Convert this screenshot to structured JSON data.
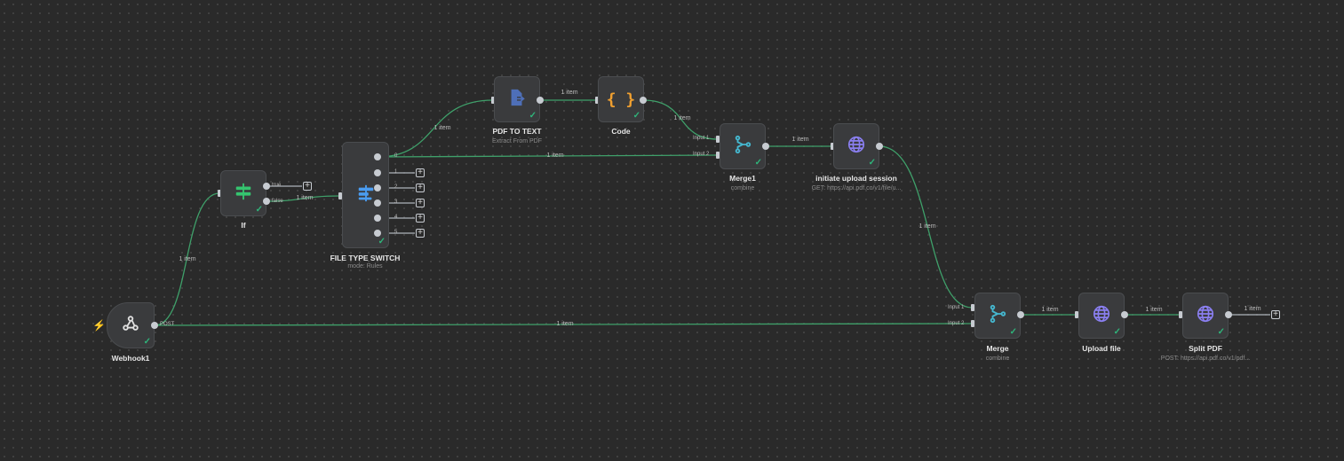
{
  "nodes": {
    "webhook": {
      "title": "Webhook1",
      "output_label": "POST"
    },
    "if": {
      "title": "If",
      "true_label": "true",
      "false_label": "false"
    },
    "switch": {
      "title": "FILE TYPE SWITCH",
      "subtitle": "mode: Rules",
      "outputs": [
        "0",
        "1",
        "2",
        "3",
        "4",
        "5"
      ]
    },
    "pdf_to_text": {
      "title": "PDF TO TEXT",
      "subtitle": "Extract From PDF"
    },
    "code": {
      "title": "Code"
    },
    "merge1": {
      "title": "Merge1",
      "subtitle": "combine",
      "input1": "Input 1",
      "input2": "Input 2"
    },
    "initiate": {
      "title": "initiate upload session",
      "subtitle": "GET: https://api.pdf.co/v1/file/u..."
    },
    "merge": {
      "title": "Merge",
      "subtitle": "combine",
      "input1": "Input 1",
      "input2": "Input 2"
    },
    "upload": {
      "title": "Upload file"
    },
    "split": {
      "title": "Split PDF",
      "subtitle": "POST: https://api.pdf.co/v1/pdf..."
    }
  },
  "edge_label": "1 item",
  "icons": {
    "webhook": "webhook-icon",
    "if": "branch-icon",
    "switch": "switch-icon",
    "pdf": "file-export-icon",
    "code": "code-braces-icon",
    "merge": "merge-icon",
    "http": "globe-icon",
    "trigger": "lightning-icon",
    "add": "plus-icon",
    "success": "checkmark-icon"
  },
  "colors": {
    "canvas": "#2a2a2a",
    "node": "#3a3b3d",
    "edge": "#3fa06a",
    "success": "#2fb47a",
    "if_icon": "#35c46f",
    "switch_icon": "#4a9cf0",
    "pdf_icon": "#4e6fb8",
    "code_icon": "#f0a030",
    "merge_icon": "#45b8d0",
    "globe_icon": "#8a7ff0",
    "trigger": "#ff6040"
  }
}
